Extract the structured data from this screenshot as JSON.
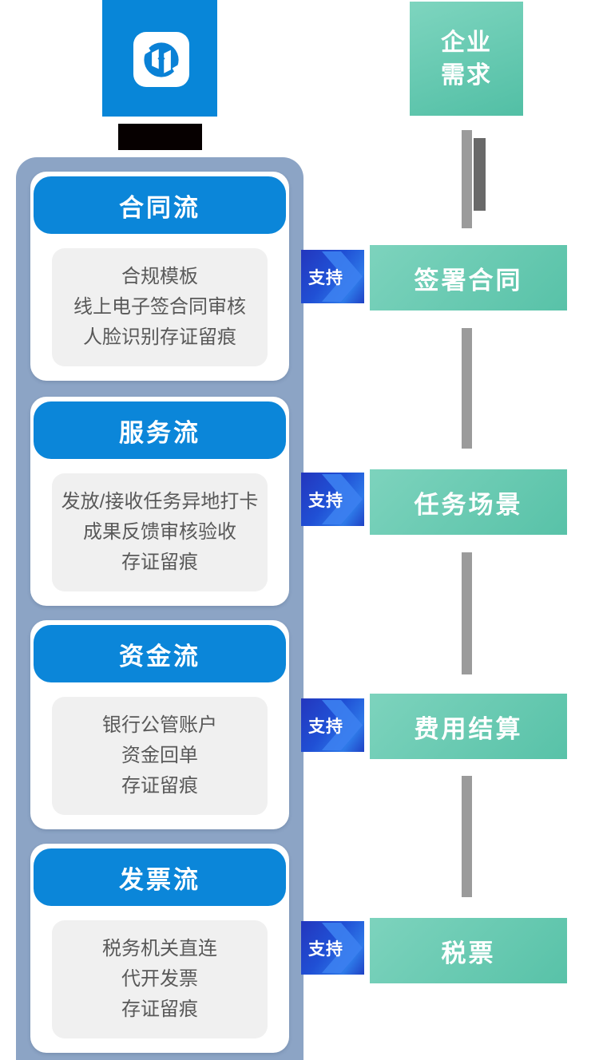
{
  "brand": {
    "logo_icon": "gate-circle-logo",
    "tile_color": "#0886d8",
    "redacted_label": true
  },
  "colors": {
    "primary_blue": "#0b86d9",
    "panel_blue_gray": "#8ca4c5",
    "green_start": "#7dd3bd",
    "green_end": "#58c2a8",
    "badge_blue_dark": "#2336bd",
    "badge_blue_bright": "#2e79e8",
    "connector_gray": "#9b9b9b",
    "connector_dark_gray": "#696969",
    "item_box_gray": "#f0f0f0",
    "item_text_gray": "#595959"
  },
  "left_panel": {
    "sections": [
      {
        "title": "合同流",
        "items": [
          "合规模板",
          "线上电子签合同审核",
          "人脸识别存证留痕"
        ]
      },
      {
        "title": "服务流",
        "items": [
          "发放/接收任务异地打卡",
          "成果反馈审核验收",
          "存证留痕"
        ]
      },
      {
        "title": "资金流",
        "items": [
          "银行公管账户",
          "资金回单",
          "存证留痕"
        ]
      },
      {
        "title": "发票流",
        "items": [
          "税务机关直连",
          "代开发票",
          "存证留痕"
        ]
      }
    ]
  },
  "right_column": {
    "header": {
      "line1": "企业",
      "line2": "需求"
    },
    "support_label": "支持",
    "needs": [
      "签署合同",
      "任务场景",
      "费用结算",
      "税票"
    ]
  }
}
